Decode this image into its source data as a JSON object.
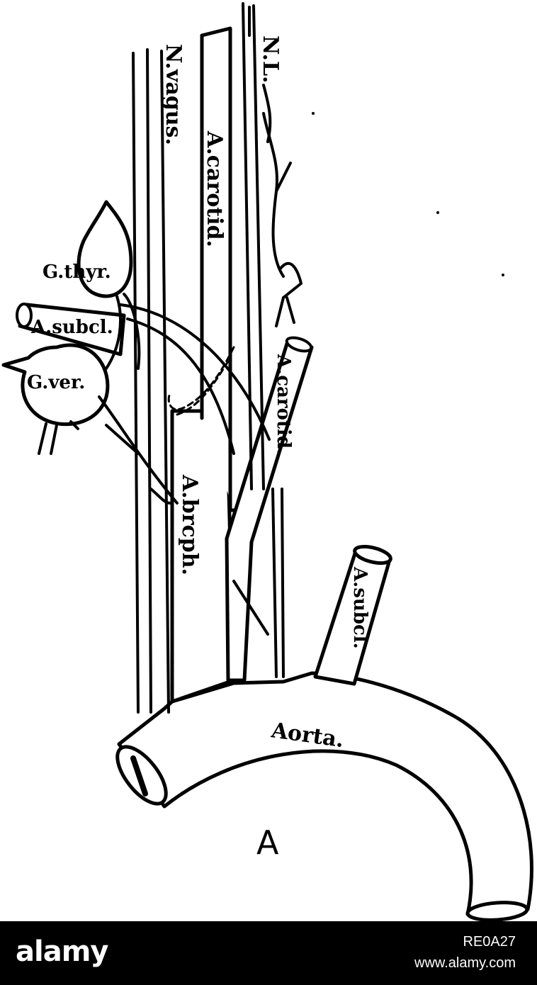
{
  "figure": {
    "labels": {
      "n_l": "N.L.",
      "n_vagus": "N.vagus.",
      "a_carotid_upper": "A.carotid.",
      "g_thyr": "G.thyr.",
      "a_subcl_left": "A.subcl.",
      "g_ver": "G.ver.",
      "a_carotid_lower": "A.carotid.",
      "a_brcph": "A.brcph.",
      "a_subcl_right": "A.subcl.",
      "aorta": "Aorta.",
      "panel": "A"
    },
    "colors": {
      "ink": "#000000",
      "paper": "#ffffff"
    }
  },
  "watermark": {
    "brand": "alamy",
    "image_id": "RE0A27",
    "url": "www.alamy.com"
  }
}
